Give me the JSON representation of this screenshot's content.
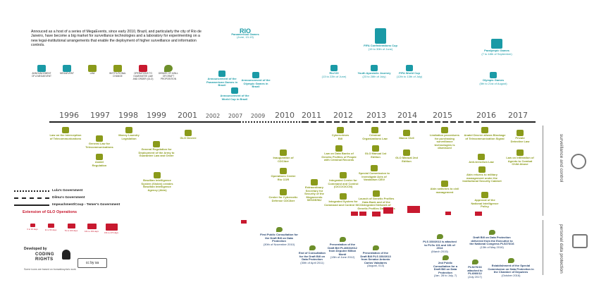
{
  "intro": "Annouced as a host of a series of MegaEvents, since early 2010, Brazil, and particularly the city of Rio de Janeiro, have become a big market for surveillance technologies and a laboratory for experimenting on a new legal-institutional arrangements that enable the deployment of higher surveillance and information controls.",
  "legend_top": [
    {
      "label": "ANNOUNCEMENT OF A MEGAEVENT",
      "icon": "megaphone-icon"
    },
    {
      "label": "MEGAEVENT",
      "icon": "calendar-icon"
    },
    {
      "label": "LAW",
      "icon": "gavel-icon"
    },
    {
      "label": "INSTITUTIONAL CHANGE",
      "icon": "building-icon"
    },
    {
      "label": "OPERATIONS TO GUARANTEE LAW AND ORDER (GLO)",
      "icon": "tank-icon"
    },
    {
      "label": "DEBATE OF A BILL OR DRAFT PROPOSITION",
      "icon": "speech-bubble-icon"
    }
  ],
  "years": [
    "1996",
    "1997",
    "1998",
    "1999",
    "2001",
    "2002",
    "2007",
    "2009",
    "2010",
    "2011",
    "2012",
    "2013",
    "2014",
    "2015",
    "2016",
    "2017"
  ],
  "megaevents": [
    {
      "title": "Panamerican Games",
      "sub": "(June, 13-19)",
      "logo": "RIO 2007"
    },
    {
      "title": "FIFA Confederations Cup",
      "sub": "(15 to 30th of June)"
    },
    {
      "title": "Paralympic Games",
      "sub": "(7 to 18th of September)"
    },
    {
      "title": "Rio+20",
      "sub": "(13 to 22th of June)"
    },
    {
      "title": "Youth Apostolic Journey",
      "sub": "(23 to 28th of July)"
    },
    {
      "title": "FIFA World Cup",
      "sub": "(12th to 13th of July)"
    },
    {
      "title": "Olympic Games",
      "sub": "(5th to 21st of August)"
    }
  ],
  "announcements": [
    {
      "text": "Announcement of the Panamerican Games in Brazil"
    },
    {
      "text": "Announcement of the Olympic Games in Brazil"
    },
    {
      "text": "Announcement of the World Cup in Brazil"
    }
  ],
  "surveillance_events": [
    {
      "text": "Law on the Interception of Telecommunications"
    },
    {
      "text": "General Law for Telecommunications"
    },
    {
      "text": "Anatel Regulation"
    },
    {
      "text": "Money Laundry Legislation"
    },
    {
      "text": "General Regulation for Deployment of the Army to Guarantee Law and Order"
    },
    {
      "text": "Brazilian Intelligence System (Sisbin) creates Brazilian Intelligence Agency (Abin)"
    },
    {
      "text": "GLO Decree"
    },
    {
      "text": "Inauguration of CDCiber"
    },
    {
      "text": "Operations Center Rio COR"
    },
    {
      "text": "Center for Cybernetic Defense CDCiber"
    },
    {
      "text": "Extraordinary Secretary for Security of the Megaevents SESGE/MJ"
    },
    {
      "text": "Cybercrimes Bill"
    },
    {
      "text": "Law on Data Banks of Genetic Profiles of People with Criminal Records"
    },
    {
      "text": "Integrated Center for Command and Control (CICC/CICCN)"
    },
    {
      "text": "Integrated System for Command and Control SICC"
    },
    {
      "text": "Criminal Organizations Law"
    },
    {
      "text": "GLO Manual 1st Edition"
    },
    {
      "text": "Special Commission to Investigate Acts of Vandalism CEIV"
    },
    {
      "text": "Launch of Genetic Profiles Data Bank and of the Integrated Network of Genetic Profiles Data Banks"
    },
    {
      "text": "Marco Civil"
    },
    {
      "text": "GLO Manual 2nd Edition"
    },
    {
      "text": "Limitation procedures for purchasing surveillance technologies is dismissed"
    },
    {
      "text": "Abin switches to civil management"
    },
    {
      "text": "Anatel Decree allows Blockage of Telecommunication Signal"
    },
    {
      "text": "Anti-terrorism Law"
    },
    {
      "text": "Abin returns to military management under the Institutional Security Cabinet"
    },
    {
      "text": "Approval of the National Intelligence Policy"
    },
    {
      "text": "Private Detective Law"
    },
    {
      "text": "Law on Infiltration of Agents to Combat Child Abuse"
    }
  ],
  "data_protection_events": [
    {
      "text": "First Public Consultation for the Draft Bill on Data Protection",
      "date": "(30th of November 2010)"
    },
    {
      "text": "End of Consultation for the Draft Bill on Data Protection",
      "date": "(30th of April 2011)"
    },
    {
      "text": "Presentation of the Draft Bill PL4060/2012 from Deputee Milton Monti",
      "date": "(13th of June 2012)"
    },
    {
      "text": "Presentation of the Draft Bill PLS 330/2013 from Senator Antonio Carlos Valadares",
      "date": "(August, 013)"
    },
    {
      "text": "PLS 330/2013 is attached to PLSs 131 and 181 of 2014",
      "date": "(March 2015)"
    },
    {
      "text": "2nd Public Consultation for a Draft Bill on Data Protection",
      "date": "(Jan. 28 to July, 7)"
    },
    {
      "text": "Draft Bill on Data Protection delivered from the Executive to the National Congress PL5276/16",
      "date": "(13th of May 2016)"
    },
    {
      "text": "PL5276/16 attached to PL4060/12",
      "date": "(July 2017)"
    },
    {
      "text": "Establishment of the Special Commission on Data Protection in the Chamber of Deputees",
      "date": "(October 2016)"
    }
  ],
  "governments": [
    {
      "label": "Lula's Government",
      "style": "dotted"
    },
    {
      "label": "Dilma's Government",
      "style": "dashed"
    },
    {
      "label": "Impeachment/Coup - Temer's Government",
      "style": "solid"
    }
  ],
  "glo_title": "Extension of GLO Operations",
  "glo_scale": [
    "0 to 10 days",
    "11 to 50 days",
    "51 to 100 days",
    "101 to 150 days",
    "151 to 470 days"
  ],
  "side_labels": {
    "surveillance": "surveillance and control",
    "data": "personal data protection"
  },
  "credits": {
    "developed_by": "Developed by",
    "org": "CODING RIGHTS",
    "note": "Some icons are based on bonsaticsyria's work"
  },
  "colors": {
    "teal": "#1a9aa6",
    "olive": "#8a9a1a",
    "red": "#c8192f",
    "navy": "#1f3e6b"
  }
}
